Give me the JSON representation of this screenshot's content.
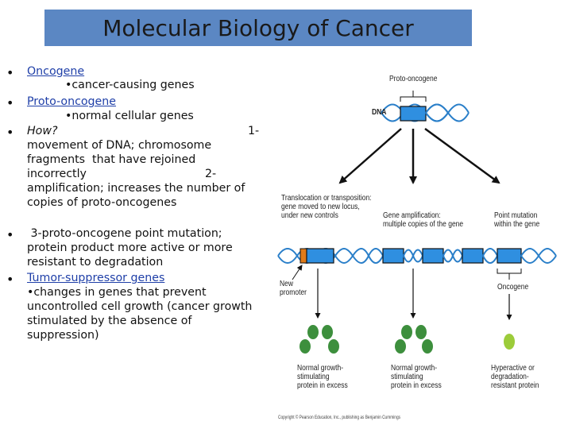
{
  "title": "Molecular Biology of Cancer",
  "bullets": {
    "b1_head": "Oncogene",
    "b1_sub": "•cancer-causing genes",
    "b2_head": "Proto-oncogene",
    "b2_sub": "•normal cellular genes",
    "b3_head": "How?",
    "b3_num1": "1-",
    "b3_l1": "movement of DNA; chromosome",
    "b3_l2": "fragments  that have rejoined",
    "b3_l3": "incorrectly",
    "b3_num2": "2-",
    "b3_l4": "amplification; increases the number of",
    "b3_l5": "copies of proto-oncogenes",
    "b4_l1": " 3-proto-oncogene point mutation;",
    "b4_l2": "protein product more active or more",
    "b4_l3": "resistant to degradation",
    "b5_head": "Tumor-suppressor genes",
    "b5_l1": "•changes in genes that prevent",
    "b5_l2": "uncontrolled cell growth (cancer growth",
    "b5_l3": "stimulated by the absence of",
    "b5_l4": "suppression)"
  },
  "diagram": {
    "proto_label": "Proto-oncogene",
    "dna_label": "DNA",
    "translocation_label": "Translocation or transposition:\ngene moved to new locus,\nunder new controls",
    "amplification_label": "Gene amplification:\nmultiple copies of the gene",
    "point_label": "Point mutation\nwithin the gene",
    "new_promoter_label": "New\npromoter",
    "oncogene_label": "Oncogene",
    "result1_label": "Normal growth-\nstimulating\nprotein in excess",
    "result2_label": "Normal growth-\nstimulating\nprotein in excess",
    "result3_label": "Hyperactive or\ndegradation-\nresistant protein",
    "copyright": "Copyright © Pearson Education, Inc., publishing as Benjamin Cummings",
    "colors": {
      "dna": "#2a7fc9",
      "gene_box": "#2f8fe0",
      "promoter": "#e07b1a",
      "protein_dark": "#3d8f3d",
      "protein_light": "#9ccc3a"
    }
  }
}
